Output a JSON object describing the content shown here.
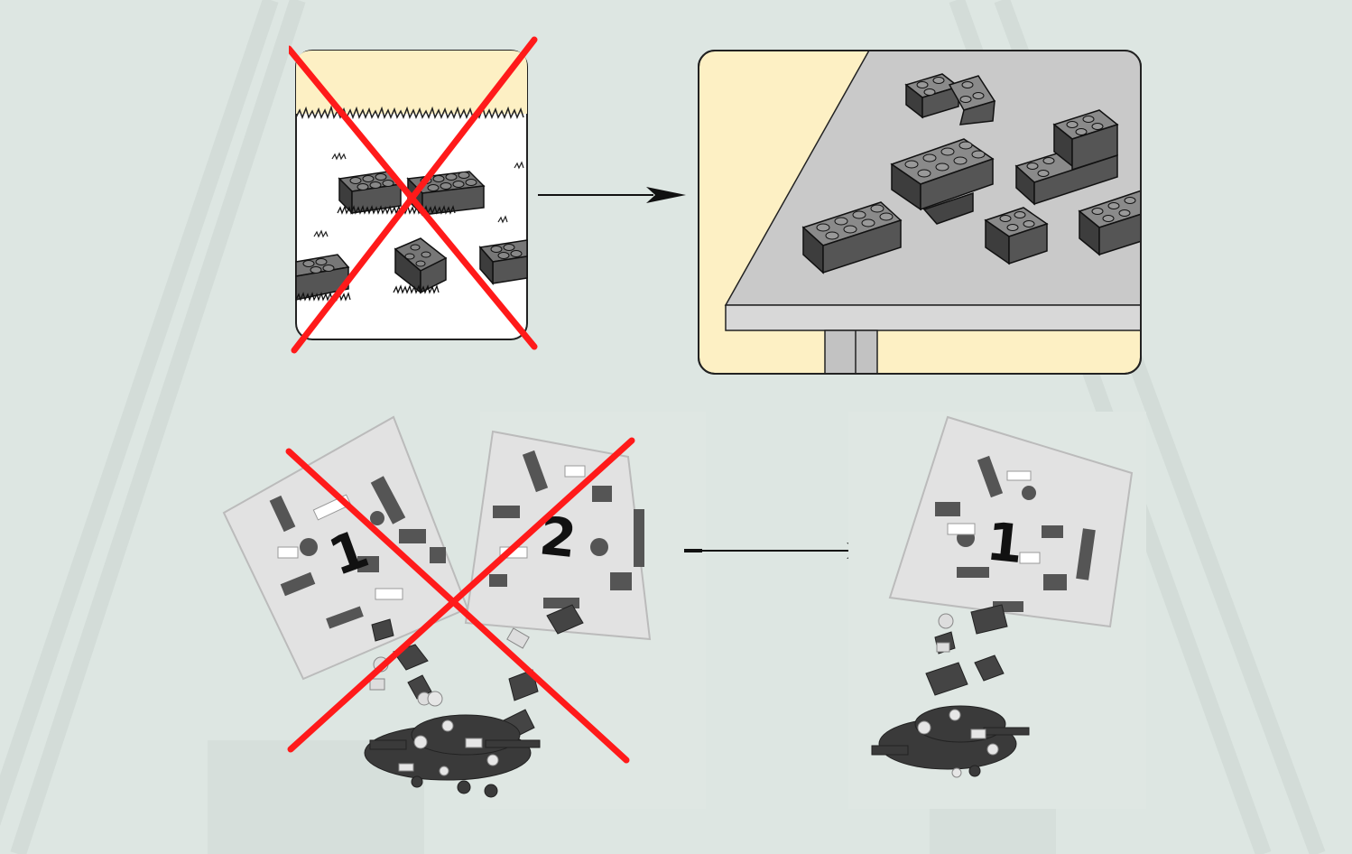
{
  "instructions": {
    "top_row": {
      "wrong_scene": "bricks-on-grass",
      "right_scene": "bricks-on-table"
    },
    "bottom_row": {
      "wrong_bags": [
        {
          "number": "1"
        },
        {
          "number": "2"
        }
      ],
      "right_bags": [
        {
          "number": "1"
        }
      ]
    }
  },
  "colors": {
    "background": "#dde6e2",
    "cross": "#ff1a1a",
    "panel_fill": "#fdf0c4",
    "table": "#c9c9c9",
    "brick": "#4a4a4a"
  },
  "icons": [
    "cross-out-icon",
    "arrow-right-icon",
    "brick-icon",
    "parts-bag-icon"
  ]
}
